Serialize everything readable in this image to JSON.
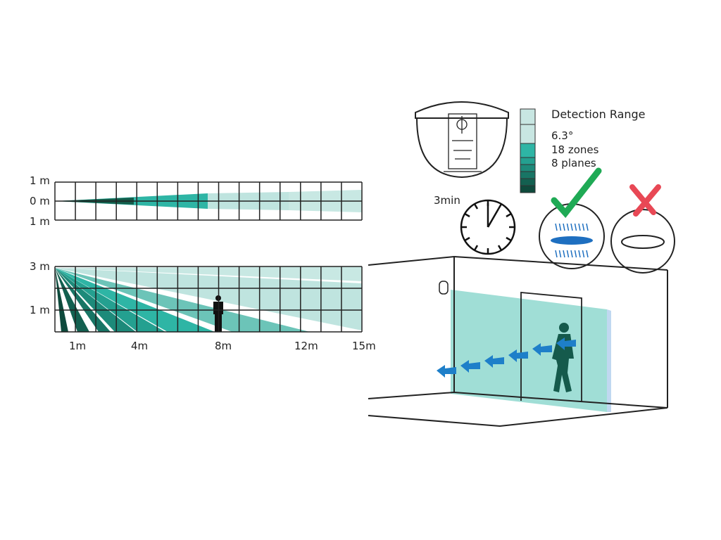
{
  "top_view": {
    "y_labels": [
      "1 m",
      "0 m",
      "1 m"
    ]
  },
  "side_view": {
    "y_labels": [
      "3 m",
      "1 m"
    ],
    "x_labels": [
      "1m",
      "4m",
      "8m",
      "12m",
      "15m"
    ]
  },
  "legend": {
    "title": "Detection Range",
    "lines": [
      "6.3°",
      "18 zones",
      "8 planes"
    ],
    "swatches": [
      "#c8e6e2",
      "#c8e6e2",
      "#2eb5a5",
      "#24a090",
      "#1d8a7a",
      "#187565",
      "#136050",
      "#0e4a3c"
    ]
  },
  "timer": {
    "label": "3min"
  },
  "colors": {
    "light": "#bfe4df",
    "mid": "#2eb5a5",
    "dark": "#145c4a",
    "plane": "#8fd8cf",
    "arrow": "#1e7fc9",
    "check": "#1faa55",
    "cross": "#e84855"
  }
}
